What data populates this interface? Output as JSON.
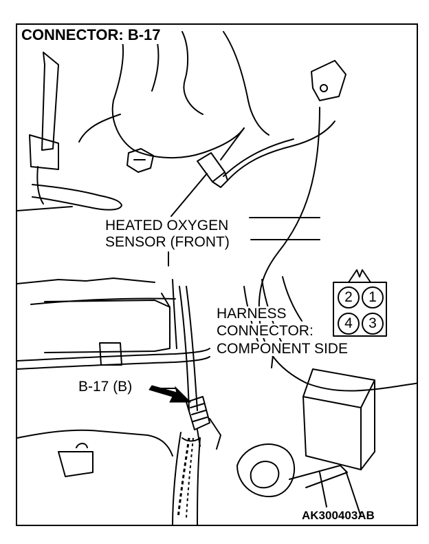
{
  "title": "CONNECTOR: B-17",
  "sensor_label": {
    "line1": "HEATED OXYGEN",
    "line2": "SENSOR (FRONT)"
  },
  "harness_label": {
    "line1": "HARNESS",
    "line2": "CONNECTOR:",
    "line3": "COMPONENT SIDE"
  },
  "connector_callout": "B-17 (B)",
  "pins": [
    "1",
    "2",
    "3",
    "4"
  ],
  "figure_code": "AK300403AB",
  "colors": {
    "ink": "#000000",
    "paper": "#ffffff"
  }
}
